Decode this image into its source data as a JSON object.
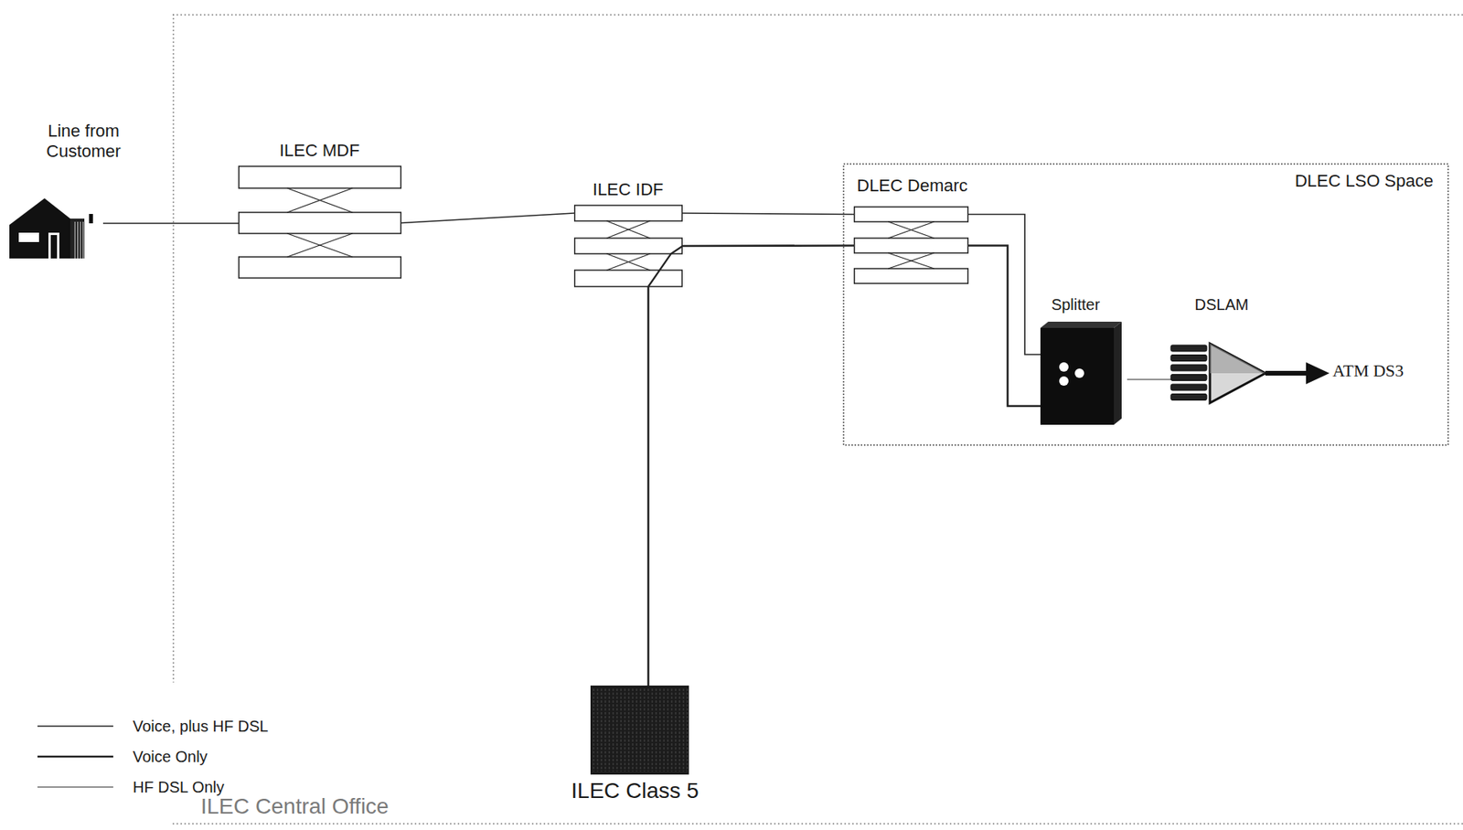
{
  "diagram": {
    "nodes": [
      {
        "text": [
          "Line from Customer"
        ]
      },
      {
        "text": [
          "ILEC Central Office"
        ]
      },
      {
        "text": [
          "ILEC MDF"
        ],
        "in": 1
      },
      {
        "text": [
          "ILEC IDF"
        ],
        "in": 1
      },
      {
        "text": [
          "DLEC LSO Space"
        ],
        "in": 1
      },
      {
        "text": [
          "DLEC Demarc"
        ],
        "in": 4
      },
      {
        "text": [
          "Splitter"
        ],
        "in": 4
      },
      {
        "text": [
          "DSLAM"
        ],
        "in": 4
      },
      {
        "text": [
          "ILEC Class 5"
        ],
        "in": 1
      }
    ],
    "edges": [
      {
        "from": 0,
        "to": 2,
        "arrow": "none"
      },
      {
        "from": 2,
        "to": 3,
        "arrow": "none"
      },
      {
        "from": 3,
        "to": 5,
        "arrow": "none"
      },
      {
        "from": 3,
        "to": 5,
        "arrow": "none"
      },
      {
        "from": 5,
        "to": 6,
        "arrow": "none"
      },
      {
        "from": 5,
        "to": 6,
        "arrow": "none"
      },
      {
        "from": 6,
        "to": 7,
        "arrow": "none"
      },
      {
        "from": 3,
        "to": 8,
        "arrow": "none"
      }
    ],
    "labels": [
      "ATM DS3"
    ],
    "legend": [
      {
        "text": "Voice, plus HF DSL"
      },
      {
        "text": "Voice Only"
      },
      {
        "text": "HF DSL Only"
      }
    ]
  }
}
